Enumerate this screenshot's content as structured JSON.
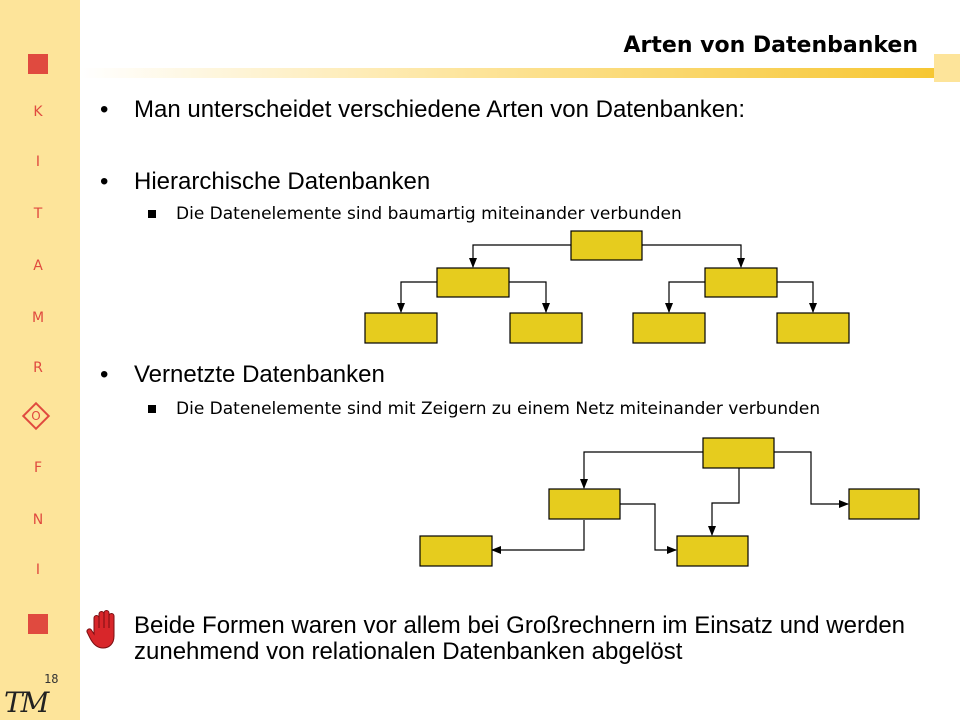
{
  "slide": {
    "title": "Arten von Datenbanken",
    "page_number": "18",
    "logo_text": "TM",
    "sidebar_letters": [
      "K",
      "I",
      "T",
      "A",
      "M",
      "R",
      "O",
      "F",
      "N",
      "I"
    ]
  },
  "content": {
    "intro": "Man unterscheidet verschiedene Arten von Datenbanken:",
    "hierarchical": {
      "heading": "Hierarchische Datenbanken",
      "detail": "Die Datenelemente sind baumartig miteinander verbunden"
    },
    "network": {
      "heading": "Vernetzte Datenbanken",
      "detail": "Die Datenelemente sind mit Zeigern zu einem Netz miteinander verbunden"
    },
    "conclusion": "Beide Formen waren vor allem bei Großrechnern im Einsatz und werden zunehmend von relationalen Datenbanken abgelöst"
  },
  "colors": {
    "node_fill": "#e6cc1e",
    "sidebar": "#fde49a",
    "accent": "#e04a3f"
  },
  "icons": {
    "bullet": "bullet-dot-icon",
    "sub_bullet": "square-bullet-icon",
    "warning": "stop-hand-icon"
  }
}
